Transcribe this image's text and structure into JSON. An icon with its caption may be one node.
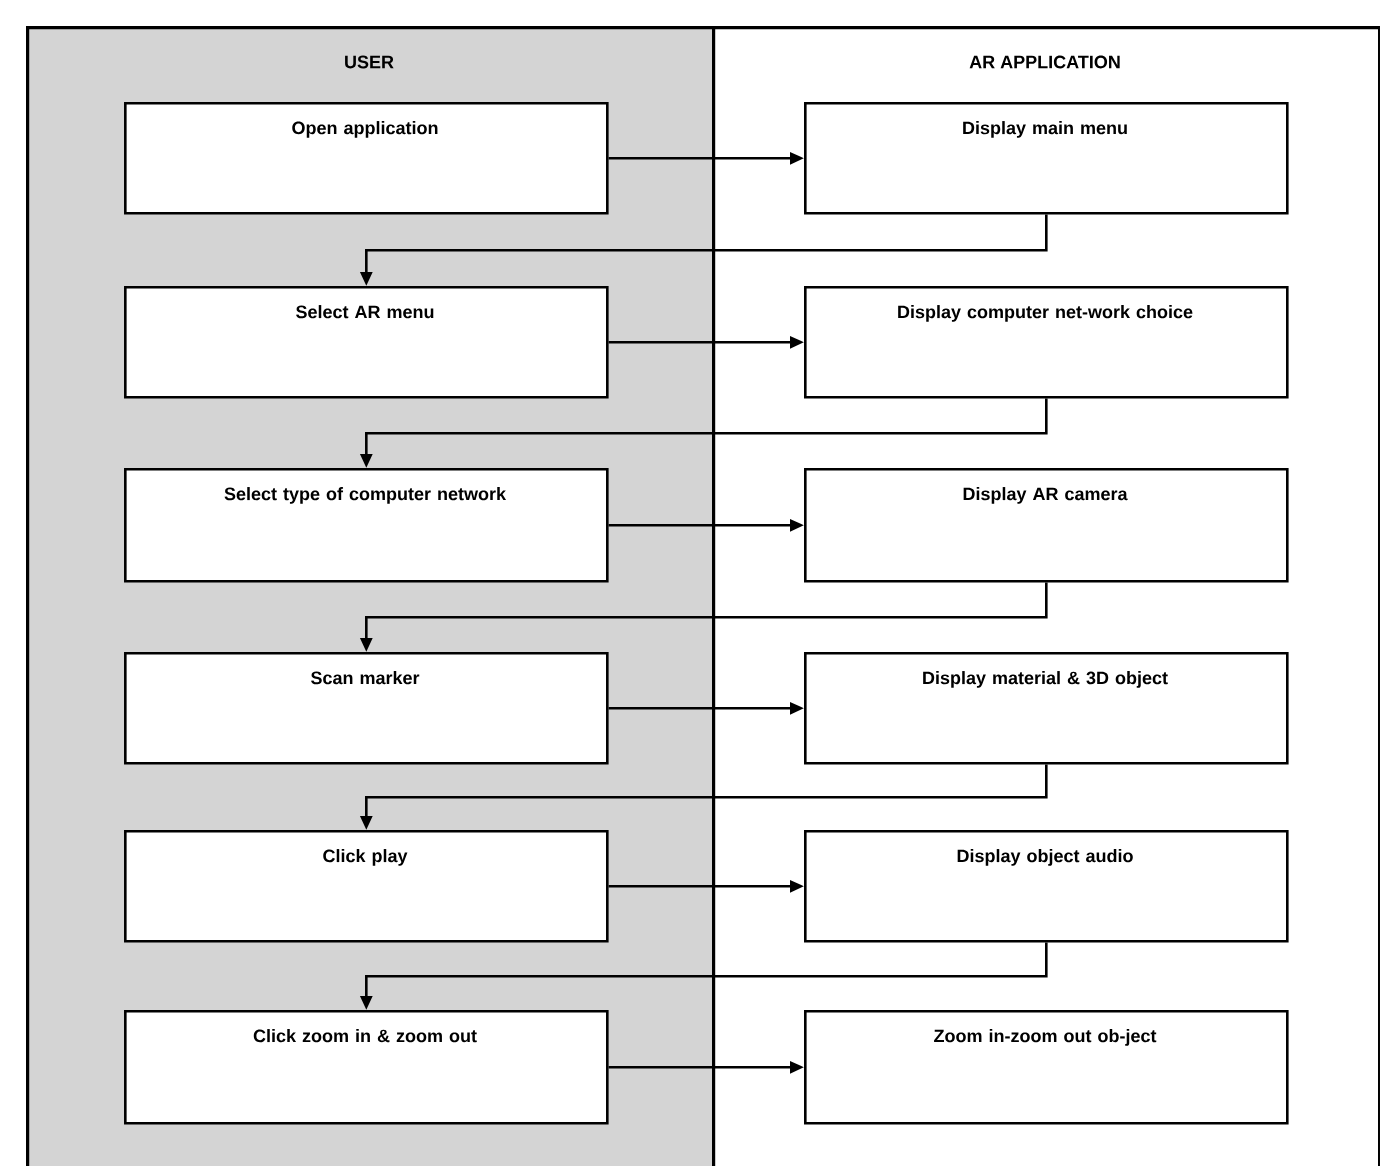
{
  "diagram": {
    "nodes": [
      {
        "text": [
          "USER"
        ]
      },
      {
        "text": [
          "AR APPLICATION"
        ]
      },
      {
        "text": [
          "Open application"
        ],
        "in": 0
      },
      {
        "text": [
          "Display main menu"
        ],
        "in": 1
      },
      {
        "text": [
          "Select AR menu"
        ],
        "in": 0
      },
      {
        "text": [
          "Display computer net-work choice"
        ],
        "in": 1
      },
      {
        "text": [
          "Select type of computer network"
        ],
        "in": 0
      },
      {
        "text": [
          "Display AR camera"
        ],
        "in": 1
      },
      {
        "text": [
          "Scan marker"
        ],
        "in": 0
      },
      {
        "text": [
          "Display material & 3D object"
        ],
        "in": 1
      },
      {
        "text": [
          "Click play"
        ],
        "in": 0
      },
      {
        "text": [
          "Display object audio"
        ],
        "in": 1
      },
      {
        "text": [
          "Click zoom in & zoom out"
        ],
        "in": 0
      },
      {
        "text": [
          "Zoom in-zoom out ob-ject"
        ],
        "in": 1
      }
    ],
    "edges": [
      {
        "from": 2,
        "to": 3,
        "arrow": "to"
      },
      {
        "from": 3,
        "to": 4,
        "arrow": "to"
      },
      {
        "from": 4,
        "to": 5,
        "arrow": "to"
      },
      {
        "from": 5,
        "to": 6,
        "arrow": "to"
      },
      {
        "from": 6,
        "to": 7,
        "arrow": "to"
      },
      {
        "from": 7,
        "to": 8,
        "arrow": "to"
      },
      {
        "from": 8,
        "to": 9,
        "arrow": "to"
      },
      {
        "from": 9,
        "to": 10,
        "arrow": "to"
      },
      {
        "from": 10,
        "to": 11,
        "arrow": "to"
      },
      {
        "from": 11,
        "to": 12,
        "arrow": "to"
      },
      {
        "from": 12,
        "to": 13,
        "arrow": "to"
      }
    ]
  }
}
